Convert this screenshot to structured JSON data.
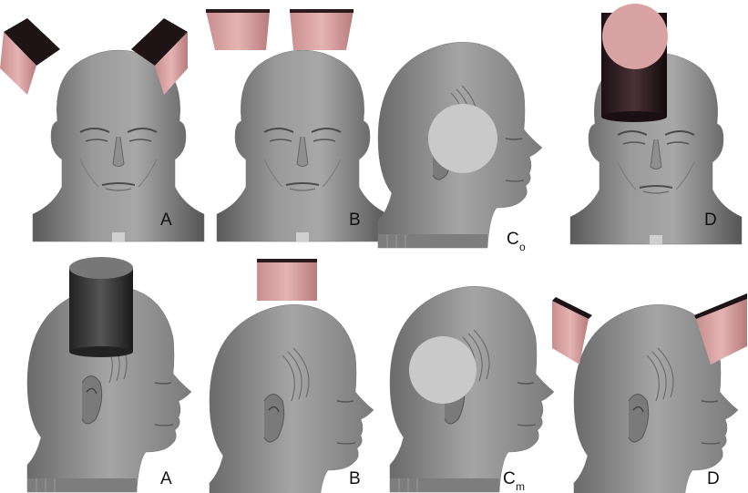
{
  "figure": {
    "panels": [
      {
        "row": "top",
        "view": "front",
        "label": "A",
        "subscript": "",
        "device": "two angled coils at temples"
      },
      {
        "row": "top",
        "view": "front",
        "label": "B",
        "subscript": "",
        "device": "two short coils above head"
      },
      {
        "row": "top",
        "view": "side",
        "label": "C",
        "subscript": "o",
        "device": "disc electrode over temple"
      },
      {
        "row": "top",
        "view": "front",
        "label": "D",
        "subscript": "",
        "device": "vertical cylinder on vertex"
      },
      {
        "row": "bottom",
        "view": "side",
        "label": "A",
        "subscript": "",
        "device": "vertical cylinder on vertex"
      },
      {
        "row": "bottom",
        "view": "side",
        "label": "B",
        "subscript": "",
        "device": "short cylinder above vertex"
      },
      {
        "row": "bottom",
        "view": "side",
        "label": "C",
        "subscript": "m",
        "device": "disc electrode over temple"
      },
      {
        "row": "bottom",
        "view": "side",
        "label": "D",
        "subscript": "",
        "device": "two angled coils front and back"
      }
    ],
    "colors": {
      "background": "#ffffff",
      "head_gray": "#8a8a8a",
      "coil_pink": "#d9a3a3",
      "coil_dark": "#2a1a1c",
      "disc_gray": "#c9c9c9"
    }
  }
}
